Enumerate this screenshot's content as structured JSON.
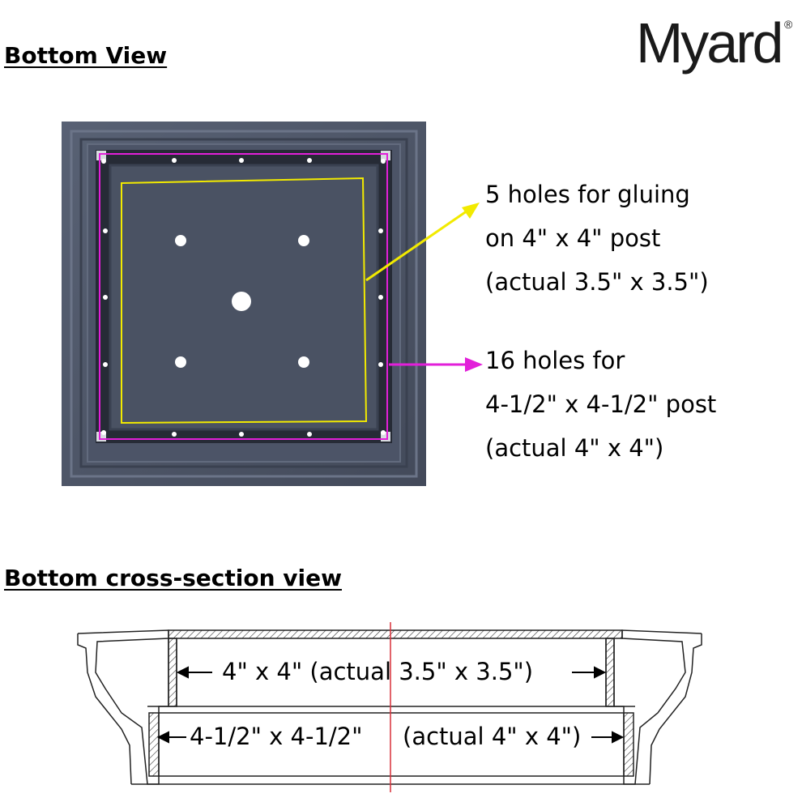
{
  "bottom_view": {
    "title": "Bottom View"
  },
  "brand": {
    "logo": "Myard",
    "registered_mark": "®"
  },
  "callouts": {
    "glue_holes": {
      "line1": "5 holes for gluing",
      "line2": "on 4\" x 4\" post",
      "line3": "(actual 3.5\" x 3.5\")",
      "color": "#f2ea00"
    },
    "post_holes": {
      "line1": "16 holes for",
      "line2": "4-1/2\" x 4-1/2\" post",
      "line3": "(actual 4\" x 4\")",
      "color": "#e21fd9"
    }
  },
  "cross_section": {
    "title": "Bottom cross-section view",
    "upper_dimension": "4\" x 4\" (actual 3.5\" x 3.5\")",
    "lower_dimension_a": "4-1/2\" x 4-1/2\"",
    "lower_dimension_b": "(actual 4\" x 4\")",
    "centerline_color": "#d9303a"
  },
  "colors": {
    "cap_body": "#4a5263",
    "cap_inner": "#3c4454",
    "cap_recess": "#2e3442"
  }
}
